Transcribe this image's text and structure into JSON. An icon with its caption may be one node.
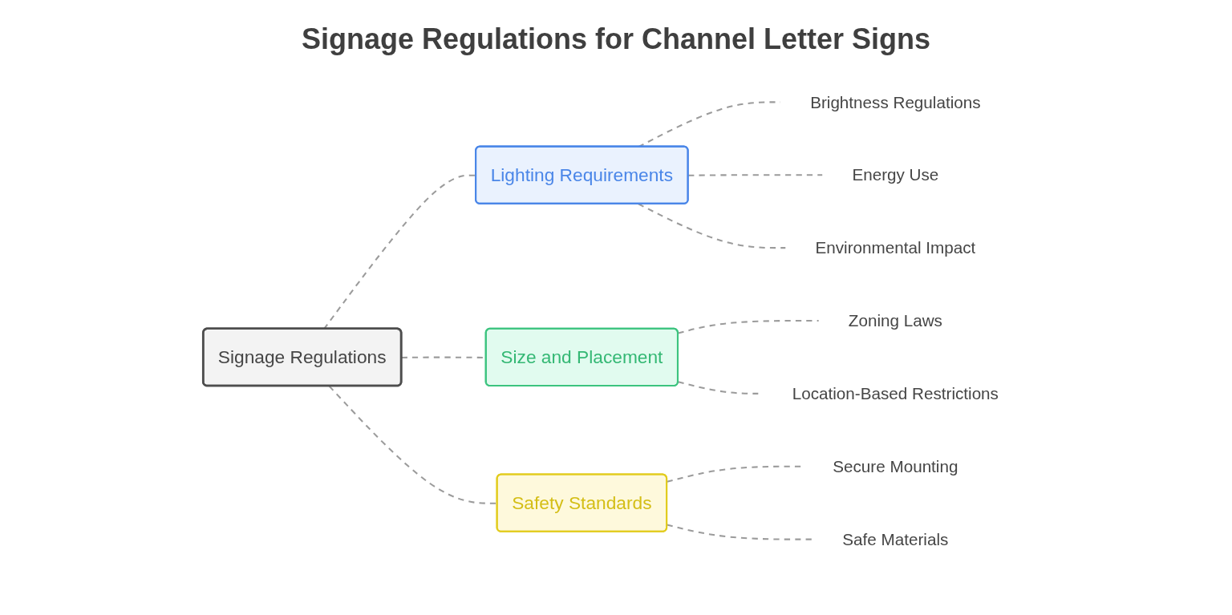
{
  "diagram": {
    "title": "Signage Regulations for Channel Letter Signs",
    "nodes": [
      {
        "text": [
          "Signage Regulations"
        ]
      },
      {
        "text": [
          "Lighting Requirements"
        ]
      },
      {
        "text": [
          "Brightness Regulations"
        ]
      },
      {
        "text": [
          "Energy Use"
        ]
      },
      {
        "text": [
          "Environmental Impact"
        ]
      },
      {
        "text": [
          "Size and Placement"
        ]
      },
      {
        "text": [
          "Zoning Laws"
        ]
      },
      {
        "text": [
          "Location-Based Restrictions"
        ]
      },
      {
        "text": [
          "Safety Standards"
        ]
      },
      {
        "text": [
          "Secure Mounting"
        ]
      },
      {
        "text": [
          "Safe Materials"
        ]
      }
    ],
    "edges": [
      {
        "from": 0,
        "to": 1,
        "arrow": "none",
        "style": "dashed"
      },
      {
        "from": 0,
        "to": 5,
        "arrow": "none",
        "style": "dashed"
      },
      {
        "from": 0,
        "to": 8,
        "arrow": "none",
        "style": "dashed"
      },
      {
        "from": 1,
        "to": 2,
        "arrow": "none",
        "style": "dashed"
      },
      {
        "from": 1,
        "to": 3,
        "arrow": "none",
        "style": "dashed"
      },
      {
        "from": 1,
        "to": 4,
        "arrow": "none",
        "style": "dashed"
      },
      {
        "from": 5,
        "to": 6,
        "arrow": "none",
        "style": "dashed"
      },
      {
        "from": 5,
        "to": 7,
        "arrow": "none",
        "style": "dashed"
      },
      {
        "from": 8,
        "to": 9,
        "arrow": "none",
        "style": "dashed"
      },
      {
        "from": 8,
        "to": 10,
        "arrow": "none",
        "style": "dashed"
      }
    ]
  }
}
